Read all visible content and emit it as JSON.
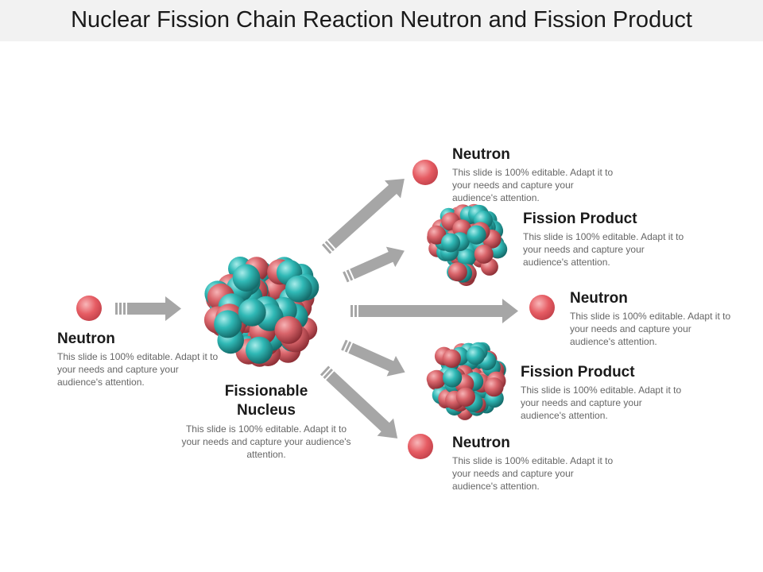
{
  "title": "Nuclear Fission Chain Reaction Neutron and Fission Product",
  "colors": {
    "neutron": "#e45f66",
    "proton_fill": "#c85a62",
    "neutron_ball": "#2fb7b4",
    "arrow": "#a6a6a6",
    "title_bar": "#f2f2f2"
  },
  "labels": {
    "input_neutron": {
      "title": "Neutron",
      "body": "This slide is 100% editable. Adapt it to your needs and capture your audience's attention."
    },
    "nucleus": {
      "title": "Fissionable Nucleus",
      "body": "This slide is 100% editable. Adapt it to your needs and capture your audience's attention."
    },
    "neutron_top": {
      "title": "Neutron",
      "body": "This slide is 100% editable. Adapt it to your needs and capture your audience's attention."
    },
    "product_top": {
      "title": "Fission Product",
      "body": "This slide is 100% editable. Adapt it to your needs and capture your audience's attention."
    },
    "neutron_mid": {
      "title": "Neutron",
      "body": "This slide is 100% editable. Adapt it to your needs and capture your audience's attention."
    },
    "product_bottom": {
      "title": "Fission Product",
      "body": "This slide is 100% editable. Adapt it to your needs and capture your audience's attention."
    },
    "neutron_bottom": {
      "title": "Neutron",
      "body": "This slide is 100% editable. Adapt it to your needs and capture your audience's attention."
    }
  }
}
